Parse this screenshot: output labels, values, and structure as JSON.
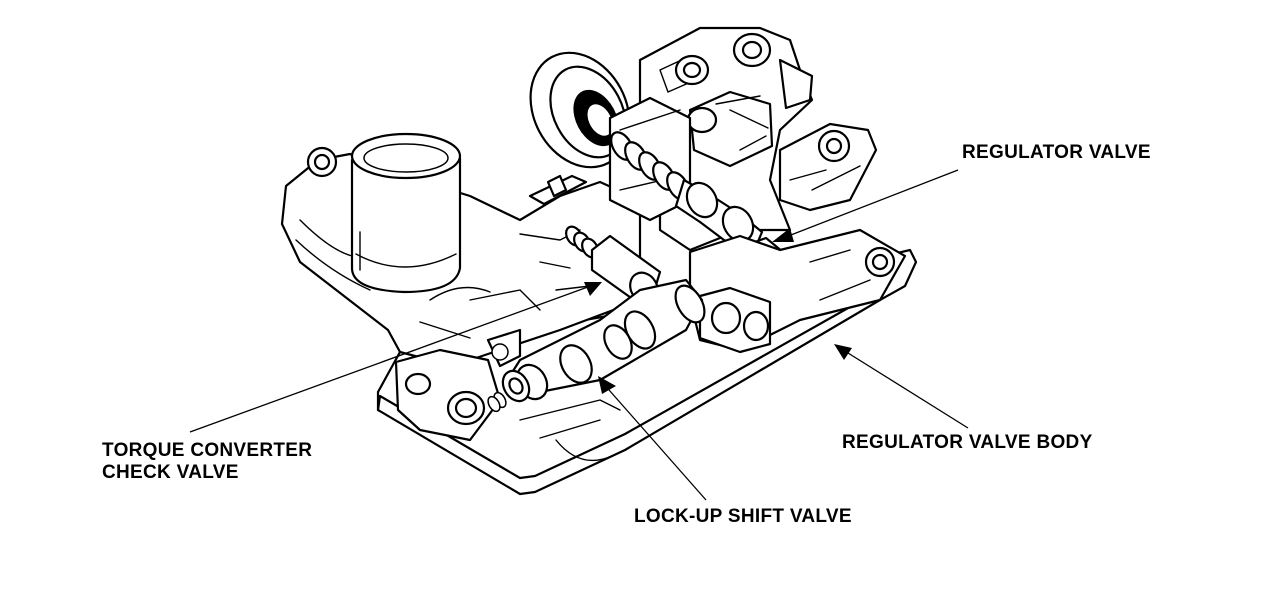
{
  "labels": {
    "regulator_valve": "REGULATOR VALVE",
    "regulator_valve_body": "REGULATOR VALVE BODY",
    "torque_converter_line1": "TORQUE CONVERTER",
    "torque_converter_line2": "CHECK VALVE",
    "lockup_shift_valve": "LOCK-UP SHIFT VALVE"
  },
  "colors": {
    "ink": "#000000",
    "paper": "#ffffff"
  }
}
